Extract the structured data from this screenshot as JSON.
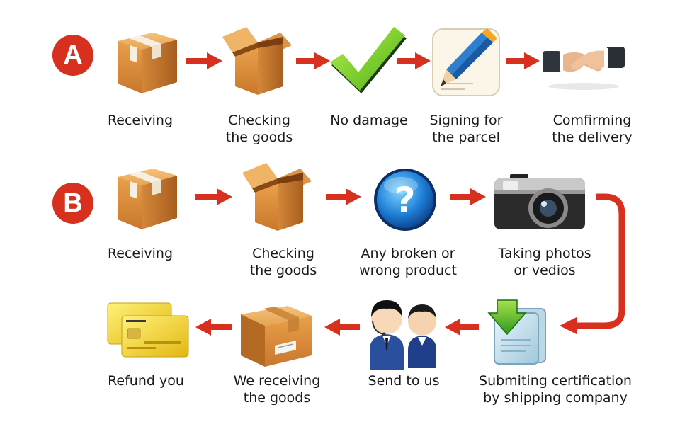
{
  "colors": {
    "accent": "#d8301f",
    "arrow": "#d8301f",
    "text": "#1a1a1a"
  },
  "flow_a": {
    "badge": "A",
    "steps": [
      {
        "icon": "closed-box-icon",
        "line1": "Receiving",
        "line2": ""
      },
      {
        "icon": "open-box-icon",
        "line1": "Checking",
        "line2": "the goods"
      },
      {
        "icon": "checkmark-icon",
        "line1": "No damage",
        "line2": ""
      },
      {
        "icon": "pencil-paper-icon",
        "line1": "Signing for",
        "line2": "the parcel"
      },
      {
        "icon": "handshake-icon",
        "line1": "Comfirming",
        "line2": "the delivery"
      }
    ]
  },
  "flow_b": {
    "badge": "B",
    "steps": [
      {
        "icon": "closed-box-icon",
        "line1": "Receiving",
        "line2": ""
      },
      {
        "icon": "open-box-icon",
        "line1": "Checking",
        "line2": "the goods"
      },
      {
        "icon": "question-mark-icon",
        "line1": "Any broken or",
        "line2": "wrong product"
      },
      {
        "icon": "camera-icon",
        "line1": "Taking photos",
        "line2": "or vedios"
      },
      {
        "icon": "download-document-icon",
        "line1": "Submiting certification",
        "line2": "by shipping company"
      },
      {
        "icon": "support-agents-icon",
        "line1": "Send to us",
        "line2": ""
      },
      {
        "icon": "sealed-box-icon",
        "line1": "We receiving",
        "line2": "the goods"
      },
      {
        "icon": "credit-card-icon",
        "line1": "Refund you",
        "line2": ""
      }
    ]
  }
}
